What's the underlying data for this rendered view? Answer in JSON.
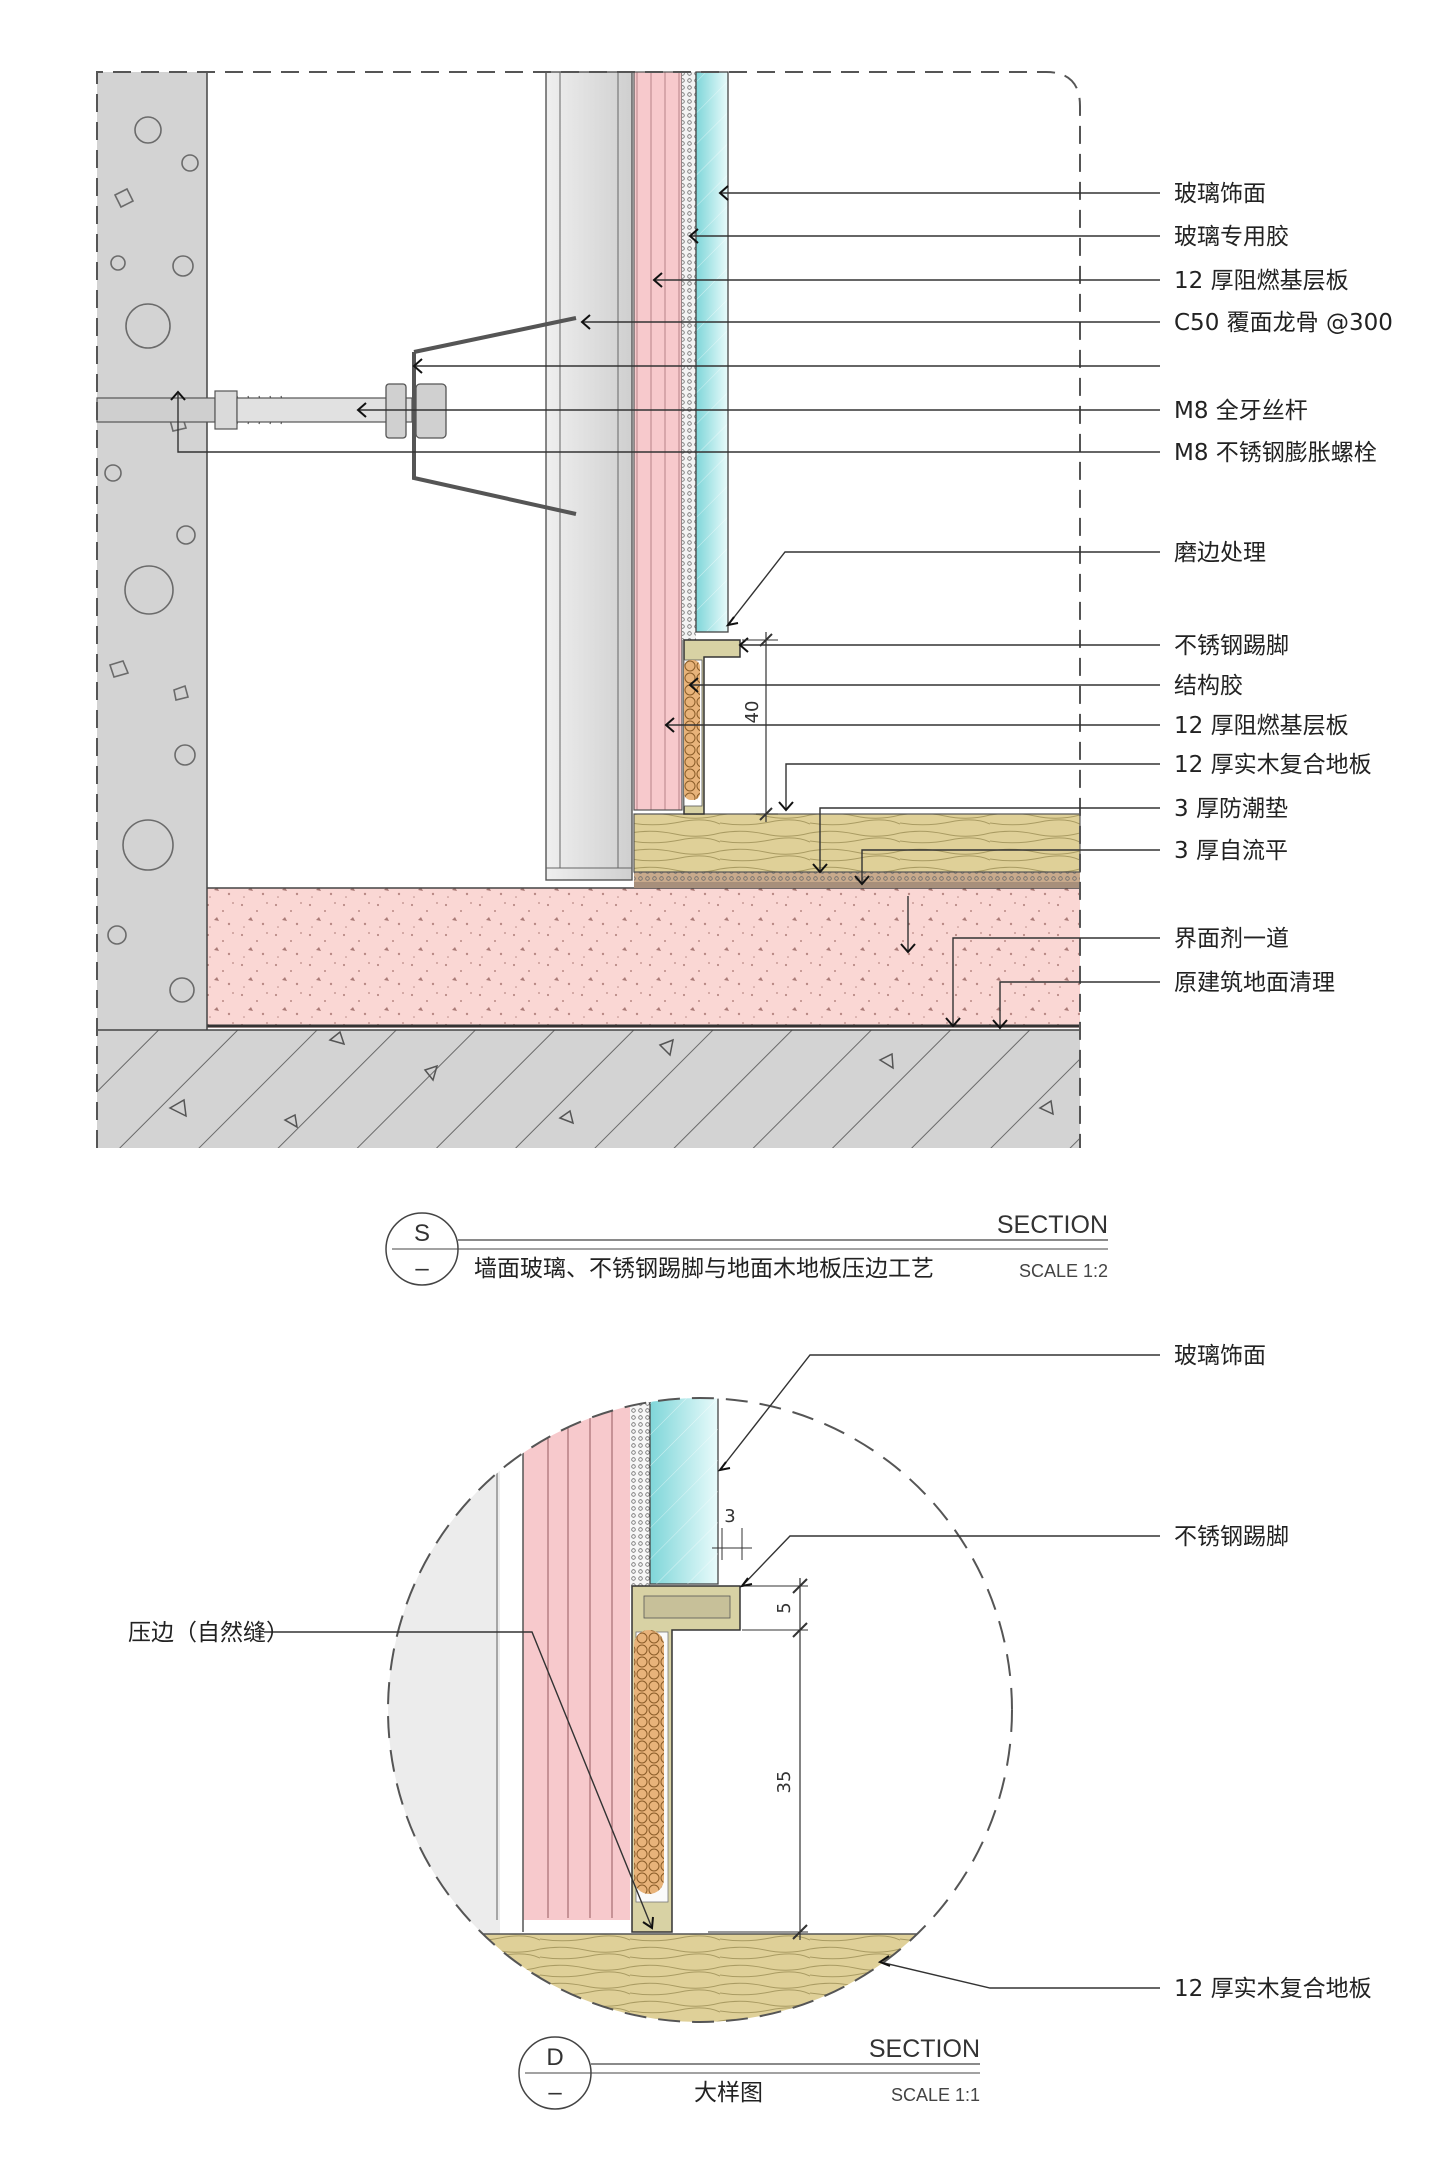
{
  "detail_s": {
    "labels": {
      "glass_face": "玻璃饰面",
      "glass_glue": "玻璃专用胶",
      "fr_board_1": "12 厚阻燃基层板",
      "keel": "C50 覆面龙骨 @300",
      "threaded_rod": "M8 全牙丝杆",
      "anchor_bolt": "M8 不锈钢膨胀螺栓",
      "edge_polish": "磨边处理",
      "steel_skirting": "不锈钢踢脚",
      "structural_glue": "结构胶",
      "fr_board_2": "12 厚阻燃基层板",
      "wood_floor": "12 厚实木复合地板",
      "moisture_pad": "3 厚防潮垫",
      "self_level": "3 厚自流平",
      "interface_agent": "界面剂一道",
      "base_clean": "原建筑地面清理"
    },
    "dimension": "40",
    "badge": {
      "letter": "S",
      "sub": "–"
    },
    "title_en": "SECTION",
    "title_cn": "墙面玻璃、不锈钢踢脚与地面木地板压边工艺",
    "scale": "SCALE 1:2"
  },
  "detail_d": {
    "labels": {
      "glass_face": "玻璃饰面",
      "steel_skirting": "不锈钢踢脚",
      "edge_joint": "压边（自然缝）",
      "wood_floor": "12 厚实木复合地板"
    },
    "dim_3": "3",
    "dim_5": "5",
    "dim_35": "35",
    "badge": {
      "letter": "D",
      "sub": "–"
    },
    "title_en": "SECTION",
    "title_cn": "大样图",
    "scale": "SCALE 1:1"
  },
  "colors": {
    "concrete": "#d3d3d3",
    "board_pink": "#f7c9cc",
    "glass_cyan": "#8fdee0",
    "wood_tan": "#dfd098",
    "screed_pink": "#fad7d4",
    "skirting_khaki": "#d8d2a4",
    "glue_orange": "#e8b37a"
  }
}
